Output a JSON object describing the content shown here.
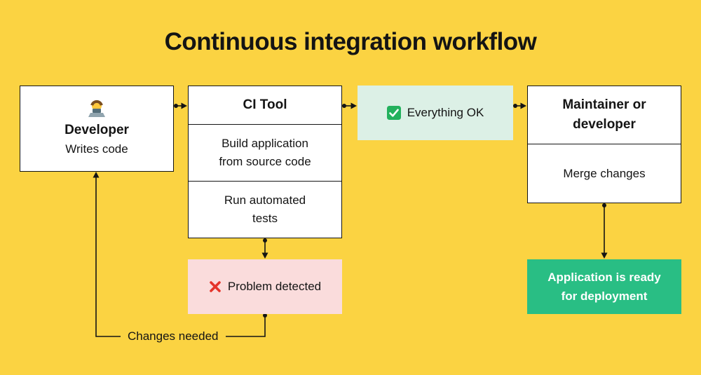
{
  "title": "Continuous integration workflow",
  "nodes": {
    "developer": {
      "icon": "technologist-emoji",
      "title": "Developer",
      "subtitle": "Writes code"
    },
    "ci_tool": {
      "title": "CI Tool",
      "step1": "Build application from source code",
      "step2": "Run automated tests"
    },
    "everything_ok": {
      "icon": "check-mark-emoji",
      "label": "Everything OK"
    },
    "maintainer": {
      "title": "Maintainer or developer",
      "action": "Merge changes"
    },
    "problem_detected": {
      "icon": "cross-mark-emoji",
      "label": "Problem detected"
    },
    "deployment": {
      "label": "Application is ready for deployment"
    }
  },
  "edges": {
    "changes_needed_label": "Changes needed"
  },
  "colors": {
    "background": "#FBD342",
    "node-bg": "#FFFFFF",
    "node-border": "#141414",
    "ok-bg": "#DCF0E6",
    "problem-bg": "#FADCDC",
    "deploy-bg": "#29BE84",
    "check-green": "#23B15D",
    "cross-red": "#E5342B",
    "text": "#141414"
  }
}
